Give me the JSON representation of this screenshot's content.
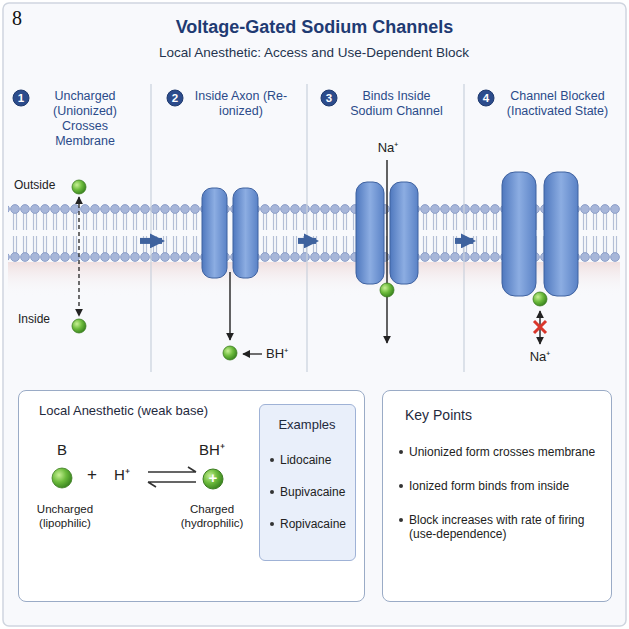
{
  "diagram": {
    "title": "Voltage-Gated Sodium Channels",
    "nodes": [
      {
        "text": [
          "Uncharged (Unionized) Crosses Membrane"
        ]
      },
      {
        "text": [
          "1"
        ],
        "in": 0
      },
      {
        "text": [
          "Inside Axon (Re-ionized)"
        ]
      },
      {
        "text": [
          "2"
        ],
        "in": 2
      },
      {
        "text": [
          "Binds Inside Sodium Channel"
        ]
      },
      {
        "text": [
          "3"
        ],
        "in": 4
      },
      {
        "text": [
          "Channel Blocked (Inactivated State)"
        ]
      },
      {
        "text": [
          "4"
        ],
        "in": 6
      },
      {
        "text": [
          "Local Anesthetic (weak base)"
        ]
      },
      {
        "text": [
          "+"
        ],
        "in": 8
      },
      {
        "text": [
          "Examples",
          "Lidocaine",
          "Bupivacaine",
          "Ropivacaine"
        ],
        "in": 8
      },
      {
        "text": [
          "Key Points",
          "Unionized form crosses membrane",
          "Ionized form binds from inside",
          "Block increases with rate of firing (use-dependence)"
        ]
      }
    ],
    "edges": [
      {
        "from": 0,
        "to": 2,
        "arrow": "to"
      },
      {
        "from": 2,
        "to": 4,
        "arrow": "to"
      },
      {
        "from": 4,
        "to": 6,
        "arrow": "to"
      }
    ],
    "labels": [
      "8",
      "Local Anesthetic: Access and Use-Dependent Block",
      "Outside",
      "Inside",
      "BH⁺",
      "Na⁺",
      "Na⁺",
      "B",
      "+",
      "H⁺",
      "BH⁺",
      "Uncharged (lipophilic)",
      "Charged (hydrophilic)"
    ]
  }
}
